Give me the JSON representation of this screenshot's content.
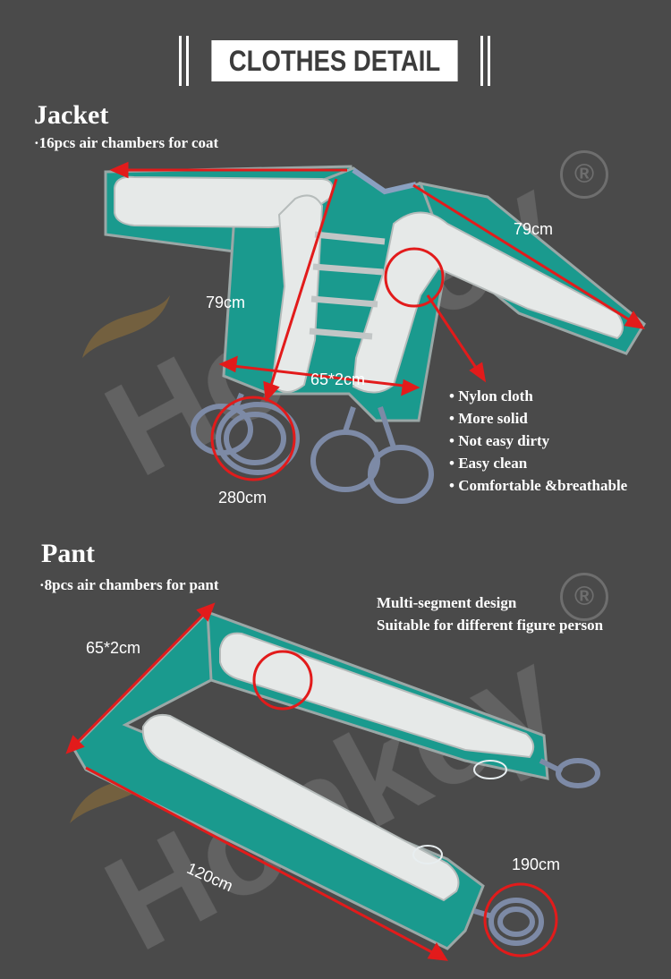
{
  "header": {
    "title": "CLOTHES DETAIL"
  },
  "jacket": {
    "title": "Jacket",
    "subtitle": "·16pcs air chambers for coat",
    "dim_sleeve": "79cm",
    "dim_length": "79cm",
    "dim_width": "65*2cm",
    "dim_hose": "280cm",
    "features": [
      "Nylon cloth",
      "More solid",
      "Not easy dirty",
      "Easy clean",
      "Comfortable &breathable"
    ]
  },
  "pant": {
    "title": "Pant",
    "subtitle": "·8pcs air chambers for pant",
    "callout_line1": "Multi-segment design",
    "callout_line2": "Suitable for different figure person",
    "dim_width": "65*2cm",
    "dim_length": "120cm",
    "dim_hose": "190cm"
  },
  "colors": {
    "background": "#4a4a4a",
    "garment": "#1a9a8e",
    "chamber": "#e6e9e8",
    "marker": "#e21b1b"
  },
  "watermark": {
    "brand": "Honkey",
    "registered_mark": "®"
  }
}
